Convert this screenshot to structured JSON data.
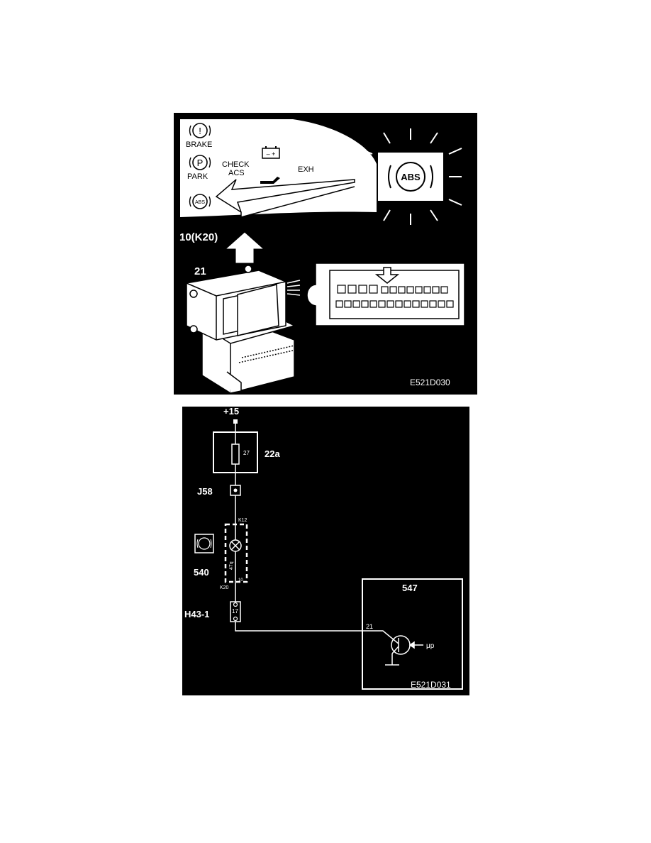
{
  "top_figure": {
    "dashboard": {
      "brake_symbol": "!",
      "brake_label": "BRAKE",
      "park_symbol": "P",
      "park_label": "PARK",
      "abs_small_symbol": "ABS",
      "battery_symbol": "– +",
      "check_label": "CHECK",
      "acs_label": "ACS",
      "exh_label": "EXH"
    },
    "abs_lamp_symbol": "ABS",
    "arrow_label": "10(K20)",
    "connector_label": "21",
    "figure_code": "E521D030"
  },
  "bottom_figure": {
    "supply_label": "+15",
    "fuse_box_label": "22a",
    "fuse_number": "27",
    "junction_label": "J58",
    "lamp_pin_top": "K12",
    "lamp_pin_bottom": "K20",
    "lamp_ref": "47q",
    "lamp_pin_small": "10",
    "lamp_component_label": "540",
    "connector_label": "H43-1",
    "connector_pin": "17",
    "ecu_label": "547",
    "ecu_pin": "21",
    "mu_label": "μp",
    "figure_code": "E521D031"
  },
  "colors": {
    "background": "#000000",
    "line": "#ffffff",
    "page": "#ffffff"
  }
}
